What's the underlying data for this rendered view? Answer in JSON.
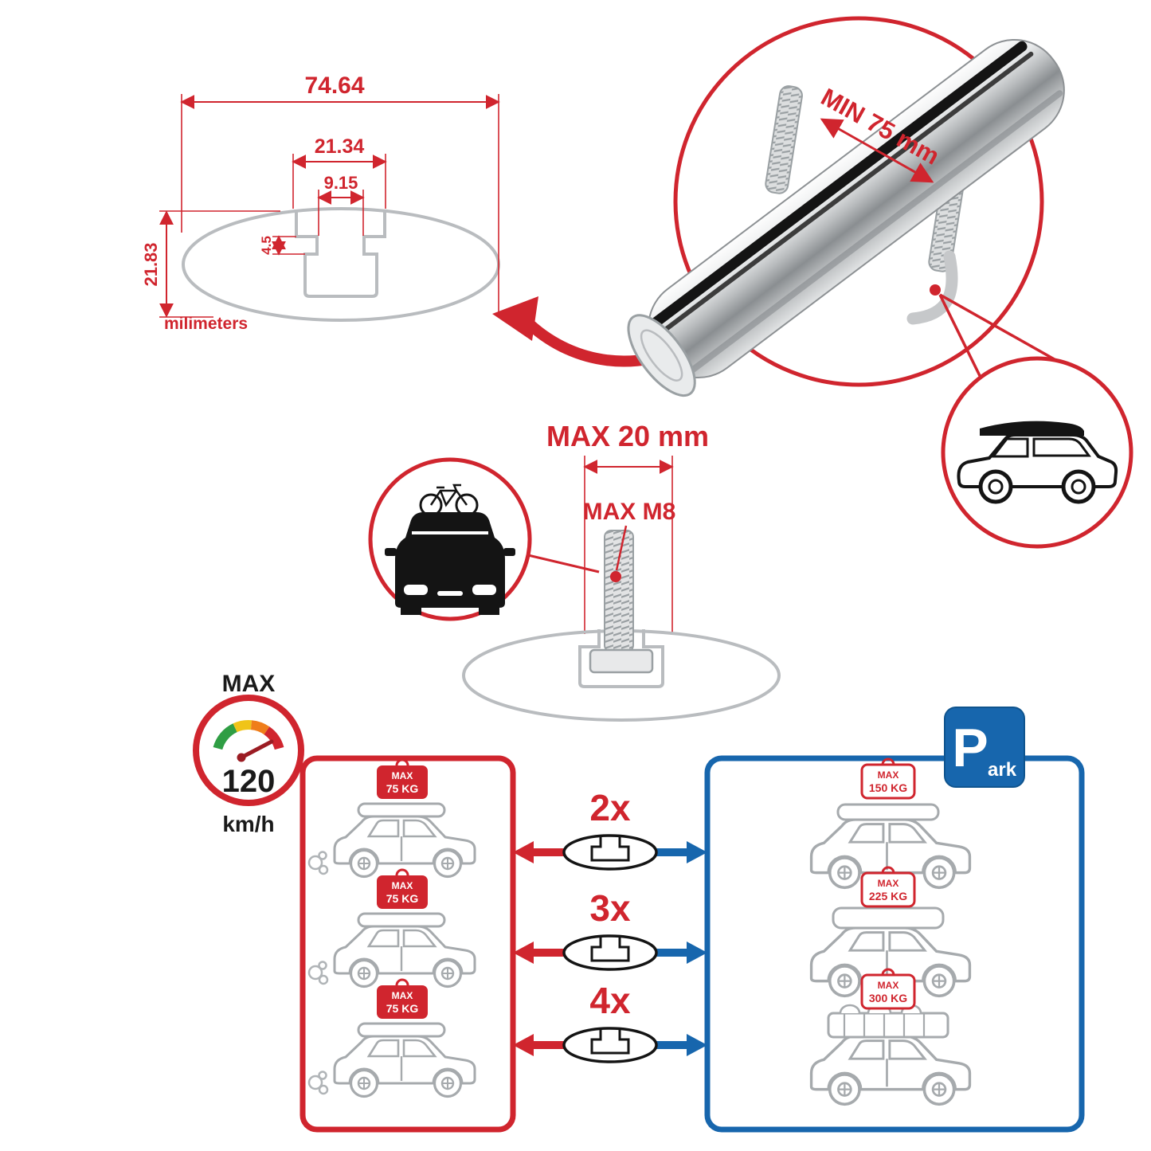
{
  "profile": {
    "total_width": "74.64",
    "slot_outer_width": "21.34",
    "slot_inner_width": "9.15",
    "slot_lip_depth": "4.5",
    "total_height": "21.83",
    "units": "milimeters"
  },
  "closeup": {
    "min_clamp": "MIN 75 mm"
  },
  "bolt": {
    "max_protrusion": "MAX 20 mm",
    "max_thread": "MAX M8"
  },
  "speed": {
    "label": "MAX",
    "value": "120",
    "unit": "km/h"
  },
  "parking": {
    "letter": "P",
    "rest": "ark"
  },
  "loads": {
    "tag_label": "MAX",
    "driving": [
      "75 KG",
      "75 KG",
      "75 KG"
    ],
    "parked": [
      "150 KG",
      "225 KG",
      "300 KG"
    ]
  },
  "multipliers": [
    "2x",
    "3x",
    "4x"
  ],
  "colors": {
    "accent_red": "#d0252e",
    "accent_blue": "#1766ad",
    "line_gray": "#b9bcbf",
    "car_gray": "#a6aaad"
  }
}
